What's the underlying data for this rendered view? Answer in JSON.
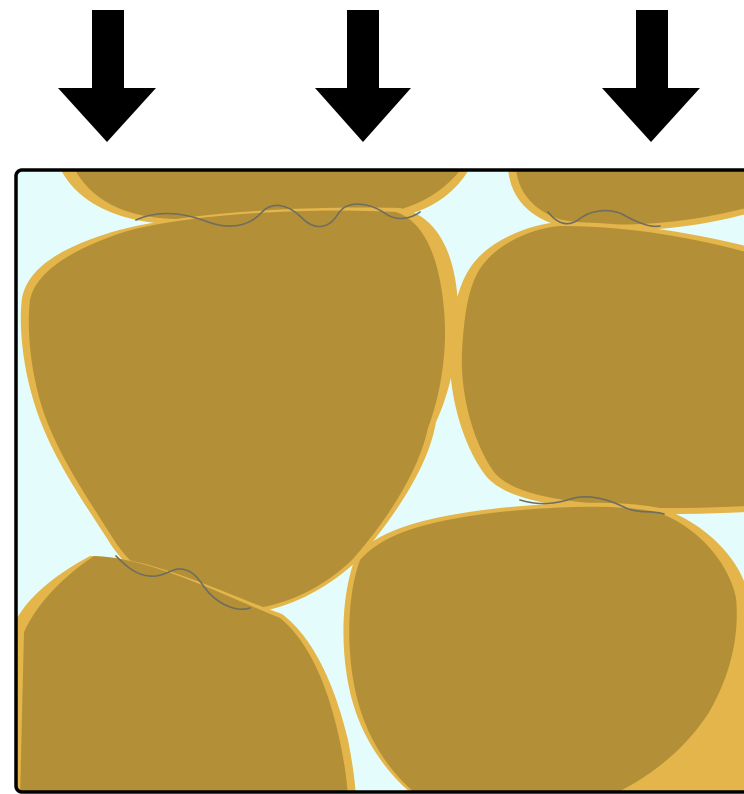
{
  "colors": {
    "background": "#ffffff",
    "pore_space": "#e4fdfc",
    "grain": "#b38f37",
    "overgrowth_rim": "#e3b54a",
    "suture": "#6d6d60",
    "arrow": "#000000",
    "frame": "#000000"
  },
  "icons": {
    "arrow": "arrow-down-icon"
  },
  "arrows": [
    {
      "name": "stress-arrow-left"
    },
    {
      "name": "stress-arrow-center"
    },
    {
      "name": "stress-arrow-right"
    }
  ],
  "grains": [
    {
      "name": "grain-top-left"
    },
    {
      "name": "grain-top-right"
    },
    {
      "name": "grain-upper-left"
    },
    {
      "name": "grain-upper-right"
    },
    {
      "name": "grain-lower-left"
    },
    {
      "name": "grain-lower-right"
    }
  ]
}
